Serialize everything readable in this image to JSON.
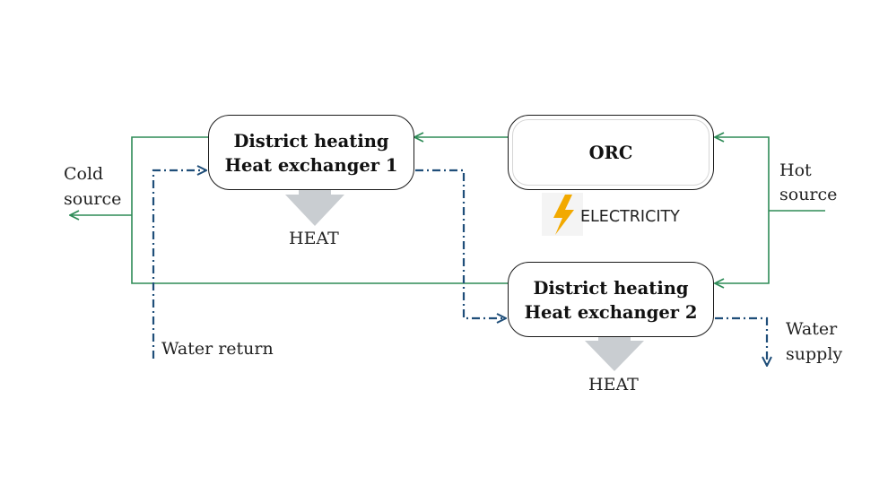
{
  "nodes": {
    "hx1": {
      "line1": "District heating",
      "line2": "Heat exchanger 1"
    },
    "hx2": {
      "line1": "District heating",
      "line2": "Heat exchanger 2"
    },
    "orc": {
      "label": "ORC"
    }
  },
  "labels": {
    "cold_source_1": "Cold",
    "cold_source_2": "source",
    "hot_source_1": "Hot",
    "hot_source_2": "source",
    "heat_1": "HEAT",
    "heat_2": "HEAT",
    "electricity": "ELECTRICITY",
    "water_return": "Water return",
    "water_supply_1": "Water",
    "water_supply_2": "supply"
  },
  "colors": {
    "hot_loop": "#2e8b57",
    "water_loop": "#1f4e79",
    "heat_arrow": "#c9cdd1",
    "lightning": "#f2a900",
    "box_border": "#1a1a1a"
  },
  "icons": {
    "electricity": "lightning-bolt-icon"
  }
}
